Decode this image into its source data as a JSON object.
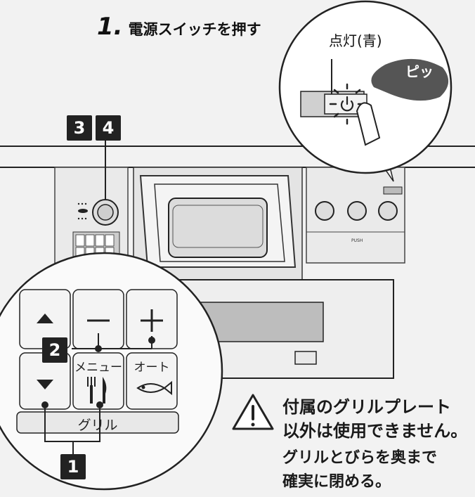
{
  "step": {
    "number": "1.",
    "text": "電源スイッチを押す"
  },
  "zoom_top": {
    "label": "点灯(青)",
    "bubble": "ピッ"
  },
  "badges": {
    "b3": "3",
    "b4": "4",
    "b2": "2",
    "b1": "1"
  },
  "keypad": {
    "menu": "メニュー",
    "auto": "オート",
    "grill": "グリル"
  },
  "notes": {
    "line1": "付属のグリルプレート",
    "line2": "以外は使用できません。",
    "line3": "グリルとびらを奥まで",
    "line4": "確実に閉める。"
  },
  "panel_labels": {
    "push": "PUSH"
  },
  "colors": {
    "badge": "#222222",
    "bubble": "#555555",
    "background": "#f2f2f2"
  }
}
